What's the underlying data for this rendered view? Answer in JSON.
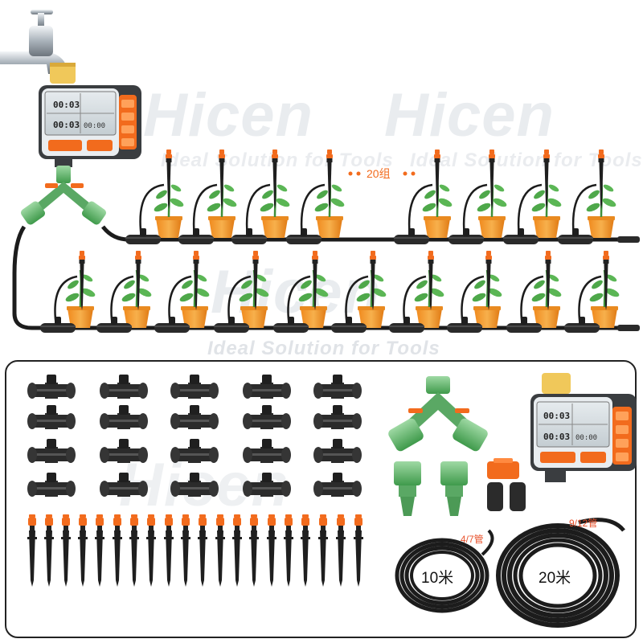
{
  "brand": {
    "watermark": "Hicen",
    "tagline": "Ideal Solution for Tools"
  },
  "top_display": {
    "group_label": "20组",
    "time_values": [
      "00:03",
      "00:03",
      "00:00"
    ]
  },
  "kit": {
    "hose_small": {
      "size": "4/7管",
      "length": "10米"
    },
    "hose_large": {
      "size": "9/12管",
      "length": "20米"
    },
    "timer_time_values": [
      "00:03",
      "00:03",
      "00:00"
    ]
  },
  "colors": {
    "orange": "#f26b1d",
    "green": "#5fb36a",
    "black": "#1c1c1c",
    "pot": "#f5a23a",
    "hose_label": "#e8522c"
  }
}
